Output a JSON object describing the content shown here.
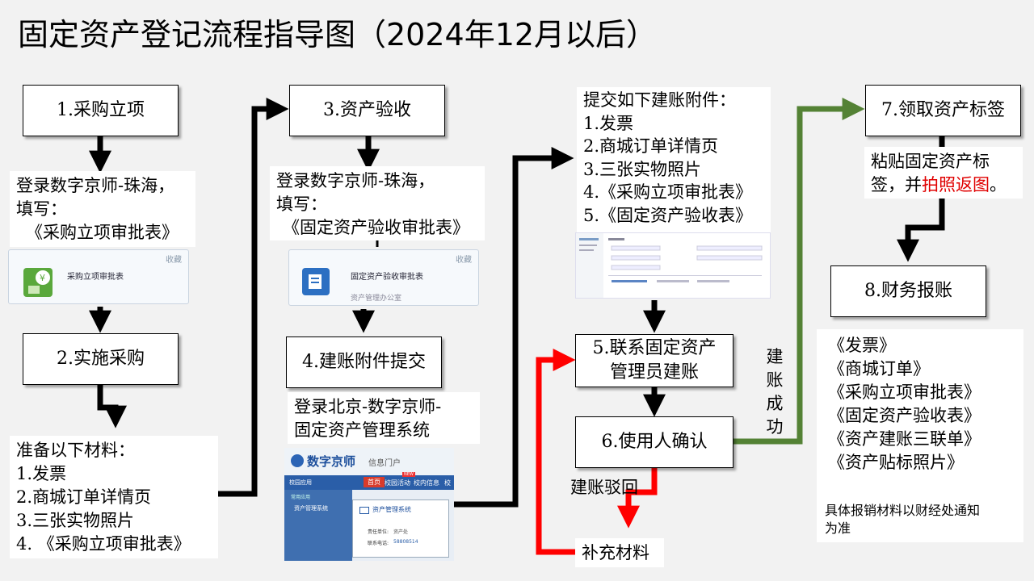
{
  "title": "固定资产登记流程指导图（2024年12月以后）",
  "steps": {
    "s1": "1.采购立项",
    "s2": "2.实施采购",
    "s3": "3.资产验收",
    "s4": "4.建账附件提交",
    "s5a": "5.联系固定资产",
    "s5b": "管理员建账",
    "s6": "6.使用人确认",
    "s7": "7.领取资产标签",
    "s8": "8.财务报账"
  },
  "notes": {
    "n1": [
      "登录数字京师-珠海，",
      "填写：",
      "《采购立项审批表》"
    ],
    "n2": [
      "准备以下材料：",
      "1.发票",
      "2.商城订单详情页",
      "3.三张实物照片",
      "4. 《采购立项审批表》"
    ],
    "n3": [
      "登录数字京师-珠海，",
      "填写：",
      "《固定资产验收审批表》"
    ],
    "n4": [
      "登录北京-数字京师-",
      "固定资产管理系统"
    ],
    "n5": [
      "提交如下建账附件：",
      "1.发票",
      "2.商城订单详情页",
      "3.三张实物照片",
      "4.《采购立项审批表》",
      "5.《固定资产验收表》"
    ],
    "n7_pre": "粘贴固定资产标",
    "n7_line2_a": "签，并",
    "n7_line2_red": "拍照返图",
    "n7_line2_b": "。",
    "n8": [
      "《发票》",
      "《商城订单》",
      "《采购立项审批表》",
      "《固定资产验收表》",
      "《资产建账三联单》",
      "《资产贴标照片》"
    ],
    "n8_foot": [
      "具体报销材料以财经处通知",
      "为准"
    ]
  },
  "labels": {
    "success": [
      "建",
      "账",
      "成",
      "功"
    ],
    "reject": "建账驳回",
    "supplement": "补充材料"
  },
  "screens": {
    "card1_fav": "收藏",
    "card1_title": "采购立项审批表",
    "card2_fav": "收藏",
    "card2_title": "固定资产验收审批表",
    "card2_sub": "资产管理办公室",
    "portal_brand": "数字京师",
    "portal_sub": "信息门户",
    "portal_tabs": [
      "首页",
      "校园活动",
      "校内信息",
      "校"
    ],
    "portal_new": "NEW",
    "portal_menu": "资产管理系统",
    "portal_popup_title": "资产管理系统",
    "portal_popup_l1": "责任单位:",
    "portal_popup_v1": "资产处",
    "portal_popup_l2": "联系电话:",
    "portal_popup_v2": "58808514",
    "portal_side1": "校园应用",
    "portal_side2": "常用应用"
  },
  "colors": {
    "green": "#548235",
    "red": "#ff0000",
    "black": "#000000"
  }
}
